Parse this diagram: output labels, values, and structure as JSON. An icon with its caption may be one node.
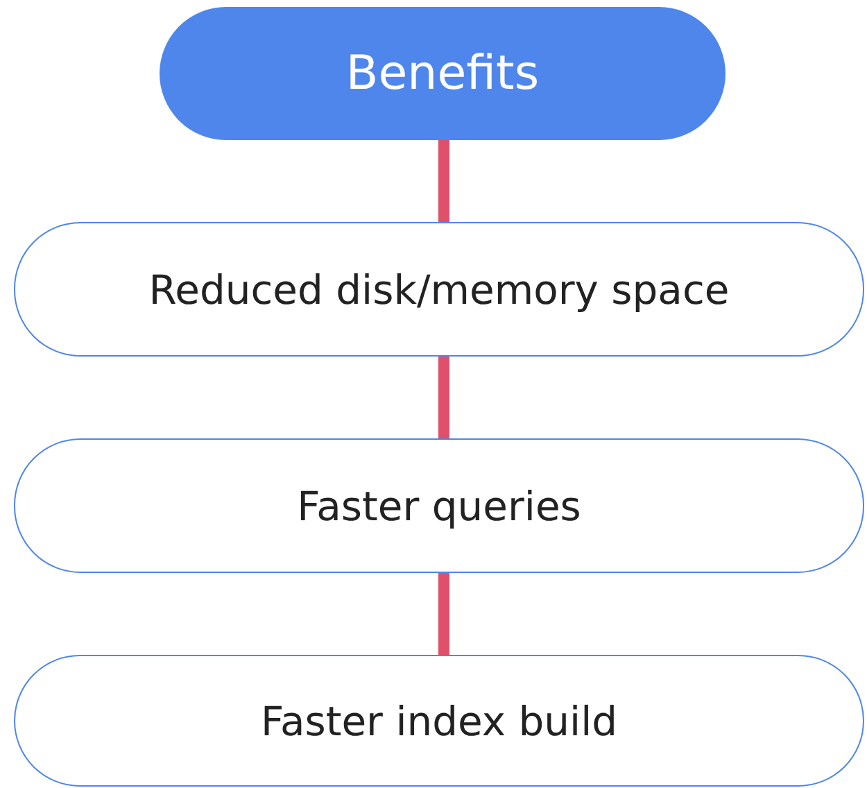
{
  "diagram": {
    "nodes": [
      {
        "text": [
          "Benefits"
        ]
      },
      {
        "text": [
          "Reduced disk/memory space"
        ]
      },
      {
        "text": [
          "Faster queries"
        ]
      },
      {
        "text": [
          "Faster index build"
        ]
      }
    ],
    "edges": [
      {
        "from": 0,
        "to": 1,
        "arrow": "none"
      },
      {
        "from": 1,
        "to": 2,
        "arrow": "none"
      },
      {
        "from": 2,
        "to": 3,
        "arrow": "none"
      }
    ]
  }
}
